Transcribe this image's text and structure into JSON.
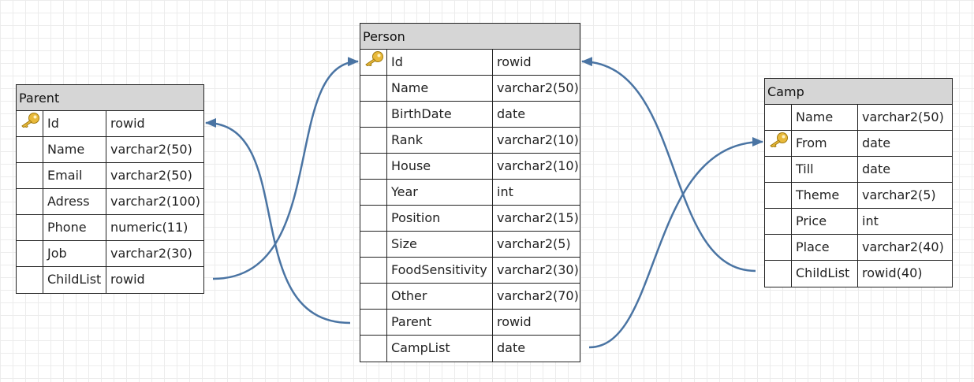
{
  "colors": {
    "connector": "#4a74a3",
    "header_bg": "#d6d6d6",
    "key_icon": "#e8b93a"
  },
  "tables": [
    {
      "id": "parent",
      "name": "Parent",
      "rows": [
        {
          "column": "Id",
          "type": "rowid",
          "key": true
        },
        {
          "column": "Name",
          "type": "varchar2(50)",
          "key": false
        },
        {
          "column": "Email",
          "type": "varchar2(50)",
          "key": false
        },
        {
          "column": "Adress",
          "type": "varchar2(100)",
          "key": false
        },
        {
          "column": "Phone",
          "type": "numeric(11)",
          "key": false
        },
        {
          "column": "Job",
          "type": "varchar2(30)",
          "key": false
        },
        {
          "column": "ChildList",
          "type": "rowid",
          "key": false
        }
      ]
    },
    {
      "id": "person",
      "name": "Person",
      "rows": [
        {
          "column": "Id",
          "type": "rowid",
          "key": true
        },
        {
          "column": "Name",
          "type": "varchar2(50)",
          "key": false
        },
        {
          "column": "BirthDate",
          "type": "date",
          "key": false
        },
        {
          "column": "Rank",
          "type": "varchar2(10)",
          "key": false
        },
        {
          "column": "House",
          "type": "varchar2(10)",
          "key": false
        },
        {
          "column": "Year",
          "type": "int",
          "key": false
        },
        {
          "column": "Position",
          "type": "varchar2(15)",
          "key": false
        },
        {
          "column": "Size",
          "type": "varchar2(5)",
          "key": false
        },
        {
          "column": "FoodSensitivity",
          "type": "varchar2(30)",
          "key": false
        },
        {
          "column": "Other",
          "type": "varchar2(70)",
          "key": false
        },
        {
          "column": "Parent",
          "type": "rowid",
          "key": false
        },
        {
          "column": "CampList",
          "type": "date",
          "key": false
        }
      ]
    },
    {
      "id": "camp",
      "name": "Camp",
      "rows": [
        {
          "column": "Name",
          "type": "varchar2(50)",
          "key": false
        },
        {
          "column": "From",
          "type": "date",
          "key": true
        },
        {
          "column": "Till",
          "type": "date",
          "key": false
        },
        {
          "column": "Theme",
          "type": "varchar2(5)",
          "key": false
        },
        {
          "column": "Price",
          "type": "int",
          "key": false
        },
        {
          "column": "Place",
          "type": "varchar2(40)",
          "key": false
        },
        {
          "column": "ChildList",
          "type": "rowid(40)",
          "key": false
        }
      ]
    }
  ],
  "relationships": [
    {
      "from_table": "parent",
      "from_column": "ChildList",
      "to_table": "person",
      "to_column": "Id"
    },
    {
      "from_table": "person",
      "from_column": "Parent",
      "to_table": "parent",
      "to_column": "Id"
    },
    {
      "from_table": "camp",
      "from_column": "ChildList",
      "to_table": "person",
      "to_column": "Id"
    },
    {
      "from_table": "person",
      "from_column": "CampList",
      "to_table": "camp",
      "to_column": "From"
    }
  ]
}
